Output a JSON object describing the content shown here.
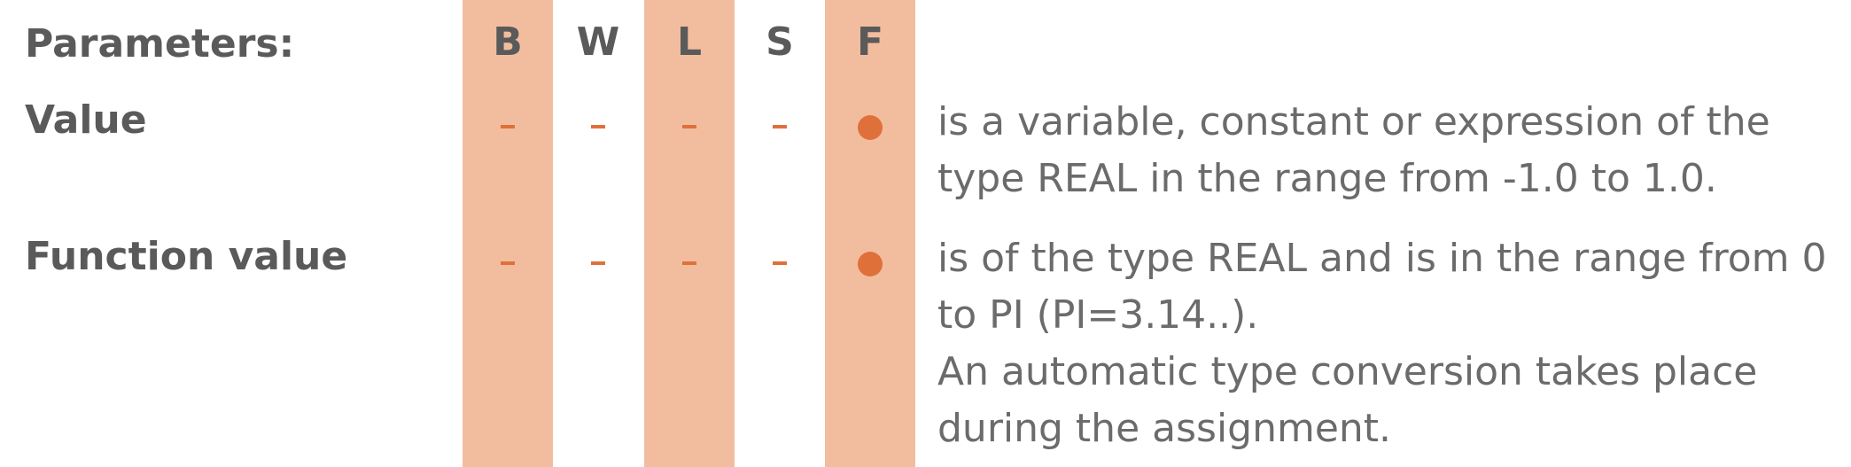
{
  "header": {
    "title": "Parameters:",
    "columns": [
      "B",
      "W",
      "L",
      "S",
      "F"
    ]
  },
  "rows": [
    {
      "label": "Value",
      "marks": [
        "dash",
        "dash",
        "dash",
        "dash",
        "dot"
      ],
      "description": [
        "is a variable, constant or expression of the type REAL in the range from -1.0 to 1.0."
      ]
    },
    {
      "label": "Function value",
      "marks": [
        "dash",
        "dash",
        "dash",
        "dash",
        "dot"
      ],
      "description": [
        "is of the type REAL and is in the range from 0 to PI (PI=3.14..).",
        "An automatic type conversion takes place during the assignment."
      ]
    }
  ],
  "colors": {
    "band": "#f2bd9e",
    "marker": "#e0703a",
    "text": "#5a5a5a"
  }
}
